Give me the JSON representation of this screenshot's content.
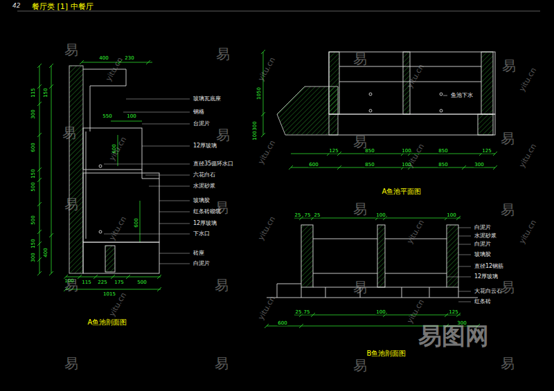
{
  "diagram": {
    "title": "餐厅类 [1] 中餐厅",
    "labels": [
      "42",
      "400",
      "230",
      "115",
      "300",
      "600",
      "150",
      "500",
      "500",
      "150",
      "300",
      "150",
      "400",
      "550",
      "100",
      "600",
      "600",
      "100",
      "115",
      "225",
      "175",
      "500",
      "1015",
      "玻璃瓦底座",
      "钢格",
      "台泥片",
      "12厚玻璃",
      "直径35循环水口",
      "六花白石",
      "水泥砂浆",
      "玻璃胶",
      "红条砖砌筑",
      "12厚玻璃",
      "下水口",
      "砖座",
      "白泥片",
      "A鱼池剖面图",
      "1050",
      "300",
      "100",
      "鱼池下水",
      "125",
      "850",
      "100",
      "850",
      "125",
      "600",
      "850",
      "100",
      "850",
      "300",
      "A鱼池平面图",
      "25",
      "75",
      "25",
      "100",
      "100",
      "白泥片",
      "水泥砂浆",
      "白泥片",
      "玻璃胶",
      "直径12钢筋",
      "12厚玻璃",
      "大花白云石",
      "红条砖",
      "25",
      "75",
      "100",
      "125",
      "600",
      "300",
      "B鱼池剖面图",
      "易",
      "易",
      "易",
      "易",
      "易",
      "易",
      "易",
      "易",
      "易",
      "易",
      "易",
      "易",
      "易",
      "易",
      "易",
      "易",
      "易",
      "易",
      "易",
      "易",
      "yitu.cn",
      "yitu.cn",
      "yitu.cn",
      "yitu.cn",
      "yitu.cn",
      "yitu.cn",
      "yitu.cn",
      "yitu.cn",
      "yitu.cn",
      "yitu.cn",
      "yitu.cn",
      "yitu.cn",
      "yitu.cn",
      "yitu.cn",
      "yitu.cn",
      "易图网"
    ]
  }
}
